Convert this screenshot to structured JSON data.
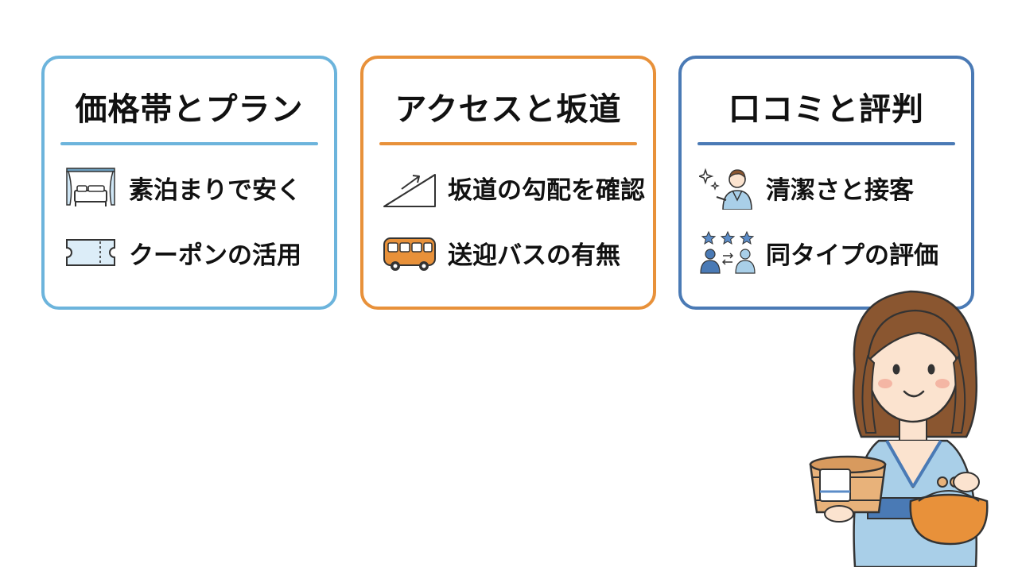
{
  "colors": {
    "card1_accent": "#6cb4dc",
    "card2_accent": "#e8913a",
    "card3_accent": "#4a7ab5",
    "text": "#111111"
  },
  "cards": [
    {
      "title": "価格帯とプラン",
      "items": [
        {
          "icon": "bed-icon",
          "label": "素泊まりで安く"
        },
        {
          "icon": "coupon-icon",
          "label": "クーポンの活用"
        }
      ]
    },
    {
      "title": "アクセスと坂道",
      "items": [
        {
          "icon": "slope-icon",
          "label": "坂道の勾配を確認"
        },
        {
          "icon": "bus-icon",
          "label": "送迎バスの有無"
        }
      ]
    },
    {
      "title": "口コミと評判",
      "items": [
        {
          "icon": "staff-icon",
          "label": "清潔さと接客"
        },
        {
          "icon": "rating-people-icon",
          "label": "同タイプの評価"
        }
      ]
    }
  ],
  "illustration": {
    "icon": "yukata-woman-illustration"
  }
}
